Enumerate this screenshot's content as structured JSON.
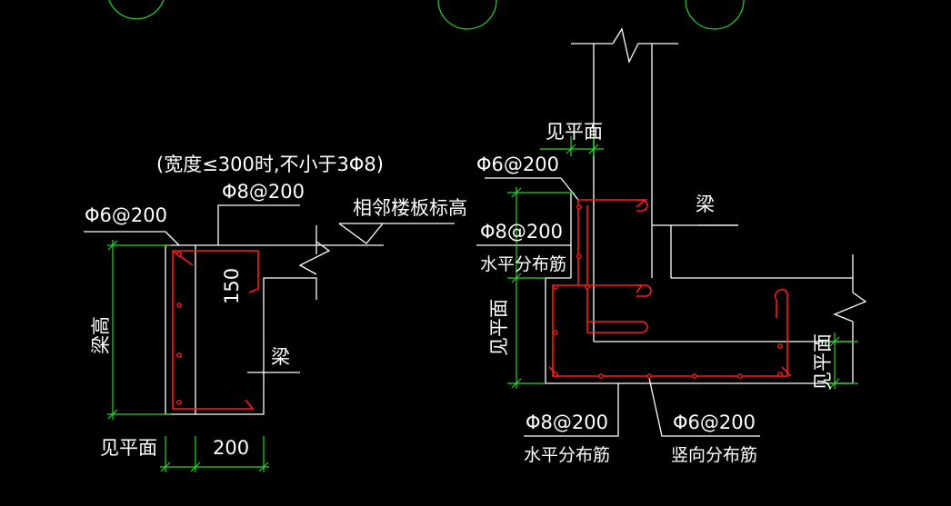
{
  "colors": {
    "background": "#000000",
    "line": "#ffffff",
    "rebar": "#ff1a1a",
    "dimension": "#22d822"
  },
  "left_detail": {
    "width_note": "(宽度≤300时,不小于3Φ8)",
    "top_bar": "Φ8@200",
    "stirrup": "Φ6@200",
    "slab_level": "相邻楼板标高",
    "dim_150": "150",
    "beam": "梁",
    "beam_height": "梁高",
    "see_plan": "见平面",
    "dim_200": "200"
  },
  "right_detail": {
    "see_plan_top": "见平面",
    "stirrup": "Φ6@200",
    "beam": "梁",
    "horiz_bar": "Φ8@200",
    "horiz_dist": "水平分布筋",
    "see_plan_left": "见平面",
    "see_plan_right": "见平面",
    "bottom_horiz_bar": "Φ8@200",
    "bottom_horiz_dist": "水平分布筋",
    "bottom_vert_bar": "Φ6@200",
    "bottom_vert_dist": "竖向分布筋"
  }
}
